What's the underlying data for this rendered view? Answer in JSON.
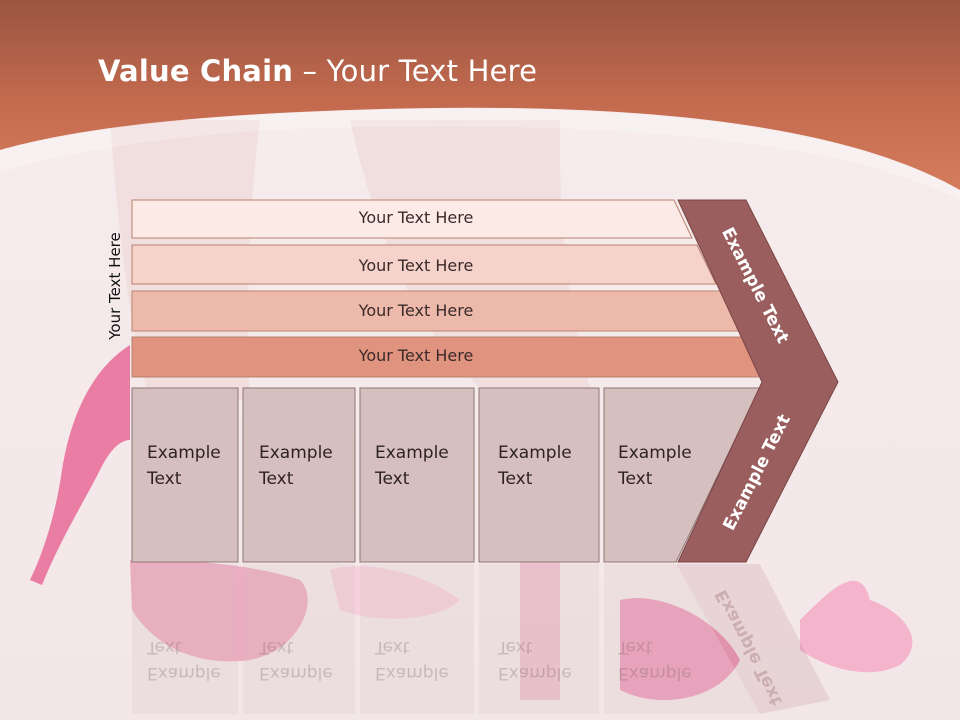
{
  "slide": {
    "title_bold": "Value Chain",
    "title_rest": " – Your Text Here",
    "vertical_label": "Your Text Here"
  },
  "support_bars": [
    {
      "label": "Your Text Here",
      "color": "#fbeae6"
    },
    {
      "label": "Your Text Here",
      "color": "#f5d2ca"
    },
    {
      "label": "Your Text Here",
      "color": "#ecb9ab"
    },
    {
      "label": "Your Text Here",
      "color": "#e0937e"
    }
  ],
  "primary_columns": [
    {
      "line1": "Example",
      "line2": "Text"
    },
    {
      "line1": "Example",
      "line2": "Text"
    },
    {
      "line1": "Example",
      "line2": "Text"
    },
    {
      "line1": "Example",
      "line2": "Text"
    },
    {
      "line1": "Example",
      "line2": "Text"
    }
  ],
  "margin_arrow": {
    "upper_label": "Example Text",
    "lower_label": "Example Text",
    "color": "#9b5e5e"
  },
  "colors": {
    "header": "#c8684b",
    "column_fill": "#d6bfbf",
    "background": "#f6eeee"
  }
}
